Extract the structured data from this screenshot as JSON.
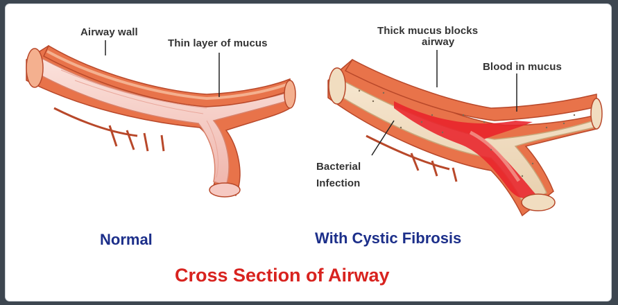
{
  "labels": {
    "airway_wall": "Airway wall",
    "thin_mucus": "Thin layer of mucus",
    "thick_mucus_line1": "Thick mucus blocks",
    "thick_mucus_line2": "airway",
    "blood_in_mucus": "Blood in mucus",
    "bacterial_line1": "Bacterial",
    "bacterial_line2": "Infection"
  },
  "captions": {
    "normal": "Normal",
    "cystic": "With Cystic Fibrosis"
  },
  "title": "Cross Section of Airway",
  "colors": {
    "wall_outer": "#e8734a",
    "wall_inner": "#f4b08f",
    "lumen_pink": "#f6c9c2",
    "thick_mucus": "#f1ddc0",
    "blood": "#e8222a",
    "caption_blue": "#1c2f8a",
    "title_red": "#d8231f"
  }
}
